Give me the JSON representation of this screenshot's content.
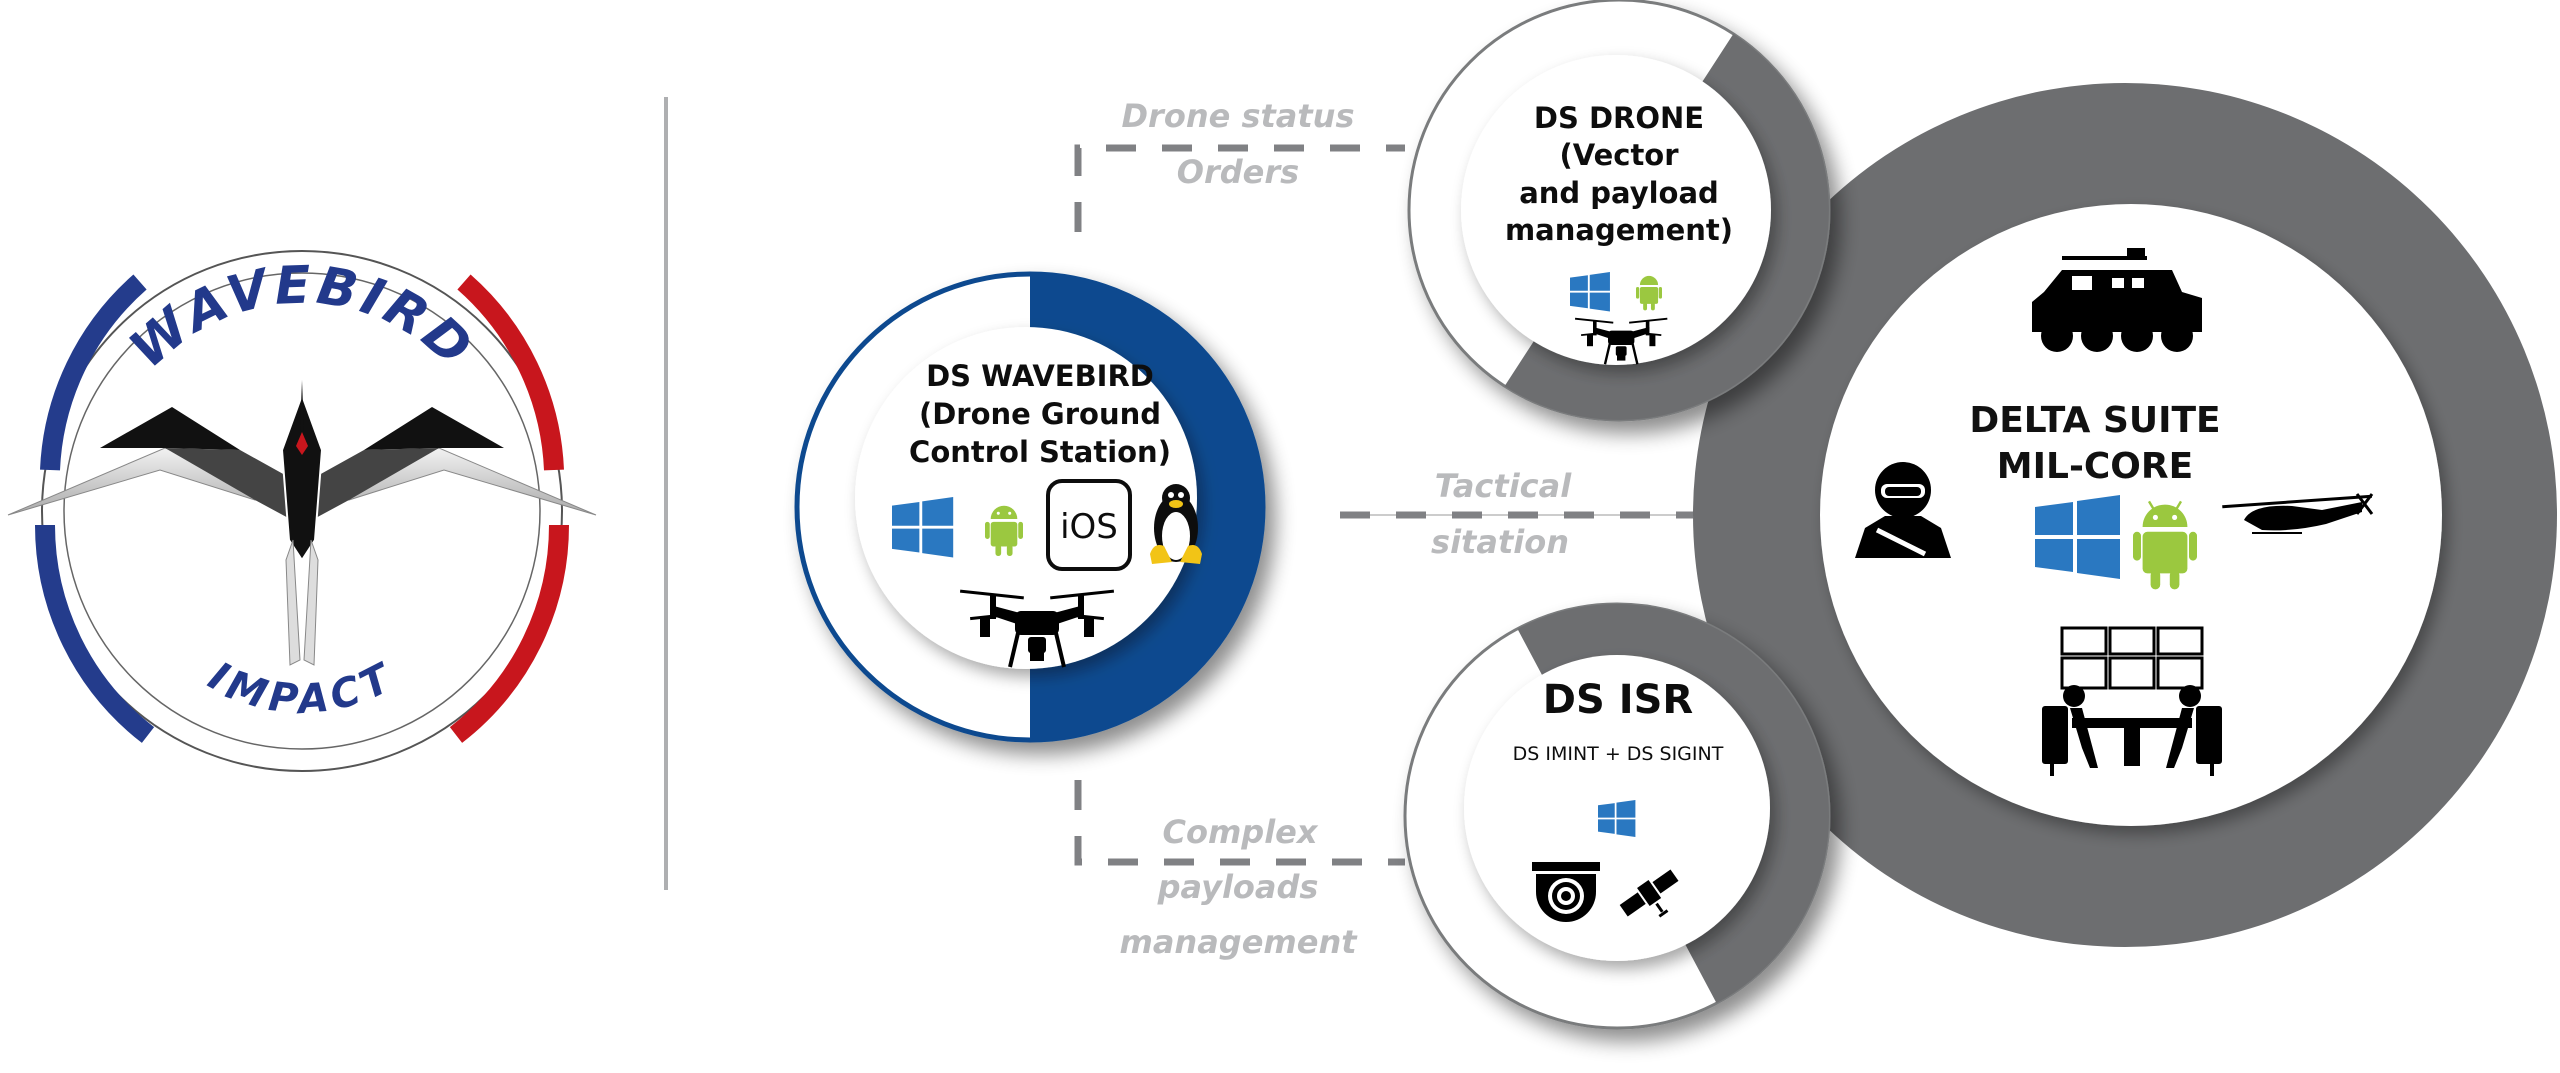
{
  "logo": {
    "top_text": "WAVEBIRD",
    "bottom_text": "IMPACT",
    "colors": {
      "blue": "#243c8c",
      "red": "#c8161d",
      "text_blue": "#22398b"
    }
  },
  "colors": {
    "wavebird_ring": "#0b4a8f",
    "gray_ring": "#6d6e70",
    "connector": "#808184",
    "connector_label": "#b9babc",
    "divider": "#aeafb1",
    "windows": "#2a78c1",
    "android": "#9bc83f",
    "linux_yellow": "#f2c417"
  },
  "nodes": {
    "wavebird": {
      "title": "DS WAVEBIRD",
      "subtitle_lines": [
        "(Drone Ground",
        "Control Station)"
      ],
      "platforms": [
        "windows",
        "android",
        "ios",
        "linux"
      ],
      "ios_label": "iOS",
      "icons": [
        "drone-icon"
      ]
    },
    "drone": {
      "title": "DS DRONE",
      "subtitle_lines": [
        "(Vector",
        "and payload",
        "management)"
      ],
      "platforms": [
        "windows",
        "android"
      ],
      "icons": [
        "drone-icon"
      ]
    },
    "isr": {
      "title": "DS ISR",
      "subtitle": "DS IMINT + DS SIGINT",
      "platforms": [
        "windows"
      ],
      "icons": [
        "dome-camera-icon",
        "satellite-icon"
      ]
    },
    "core": {
      "title_lines": [
        "DELTA SUITE",
        "MIL-CORE"
      ],
      "platforms": [
        "windows",
        "android"
      ],
      "icons": [
        "armored-vehicle-icon",
        "soldier-icon",
        "helicopter-icon",
        "control-room-icon"
      ]
    }
  },
  "connectors": {
    "drone_link": {
      "lines": [
        "Drone status",
        "Orders"
      ]
    },
    "tactical_link": {
      "lines": [
        "Tactical",
        "sitation"
      ]
    },
    "isr_link": {
      "lines": [
        "Complex",
        "payloads",
        "management"
      ]
    }
  }
}
